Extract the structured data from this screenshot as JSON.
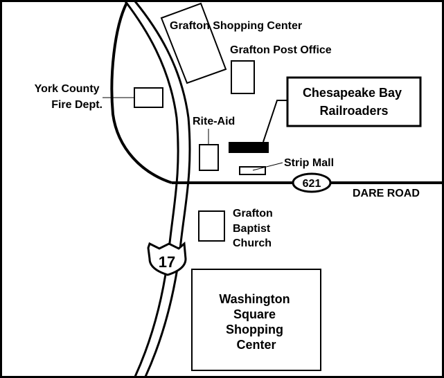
{
  "map": {
    "roads": {
      "route_17": "17",
      "route_621": "621",
      "dare_road": "DARE ROAD"
    },
    "places": {
      "york_county_fire": [
        "York County",
        "Fire Dept."
      ],
      "grafton_shopping_center": "Grafton Shopping Center",
      "grafton_post_office": "Grafton Post Office",
      "chesapeake_bay_railroaders": [
        "Chesapeake Bay",
        "Railroaders"
      ],
      "rite_aid": "Rite-Aid",
      "strip_mall": "Strip Mall",
      "grafton_baptist_church": [
        "Grafton",
        "Baptist",
        "Church"
      ],
      "washington_square": [
        "Washington",
        "Square",
        "Shopping",
        "Center"
      ]
    },
    "colors": {
      "ink": "#000000",
      "paper": "#ffffff"
    }
  }
}
